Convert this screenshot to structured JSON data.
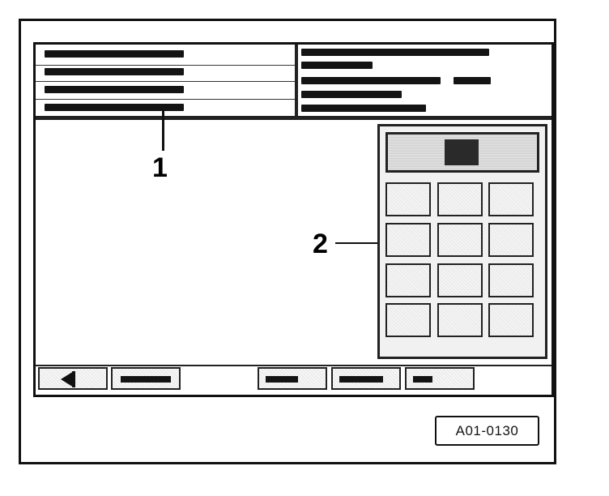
{
  "callouts": {
    "label_1": "1",
    "label_2": "2"
  },
  "reference_code": "A01-0130",
  "keypad": {
    "rows": 4,
    "columns": 3
  },
  "icons": {
    "softkey_back": "arrow-left-icon"
  },
  "colors": {
    "line": "#111111",
    "panel_fill": "#f1f1f1",
    "redacted_text": "#141414"
  }
}
